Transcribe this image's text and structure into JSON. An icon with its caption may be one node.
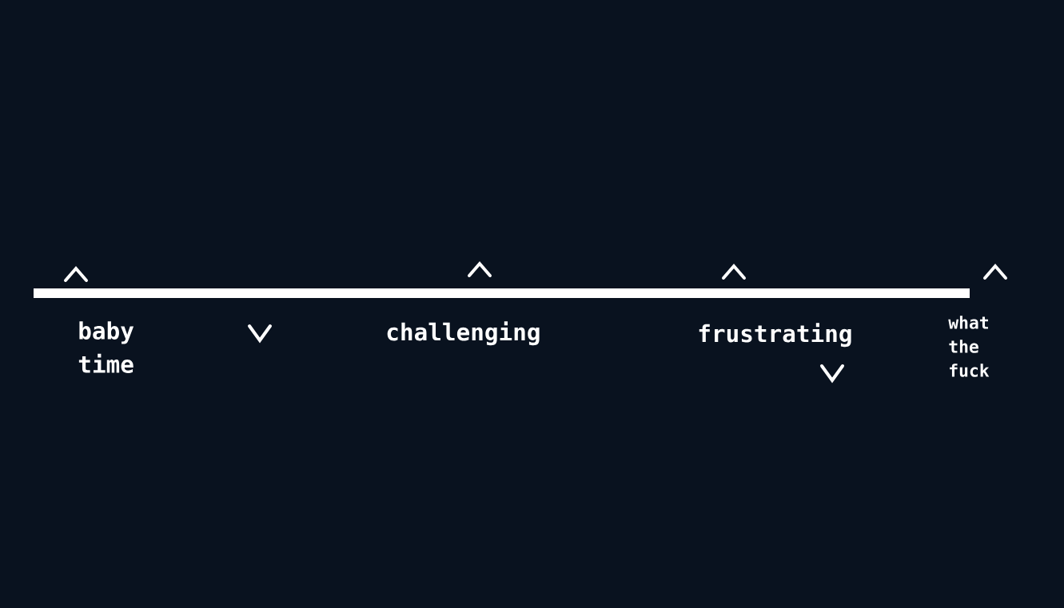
{
  "diagram": {
    "labels": [
      "baby time",
      "challenging",
      "frustrating",
      "what the fuck"
    ]
  }
}
